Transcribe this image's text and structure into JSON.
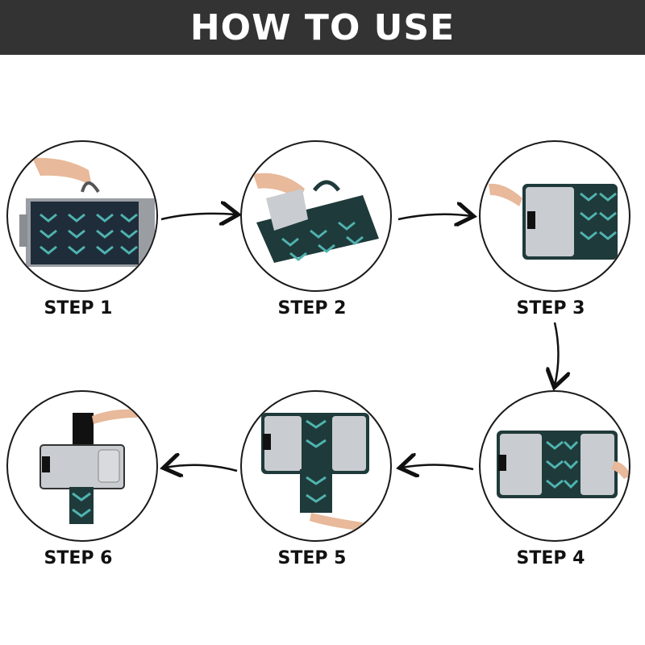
{
  "header": {
    "title": "HOW TO USE"
  },
  "steps": [
    {
      "label": "STEP 1"
    },
    {
      "label": "STEP 2"
    },
    {
      "label": "STEP 3"
    },
    {
      "label": "STEP 4"
    },
    {
      "label": "STEP 5"
    },
    {
      "label": "STEP 6"
    }
  ],
  "colors": {
    "header_bg": "#333333",
    "fabric_dark": "#1f3a3a",
    "fabric_pattern": "#4fb3b0",
    "pad_gray": "#c9ccd0",
    "skin": "#e8b99a"
  }
}
